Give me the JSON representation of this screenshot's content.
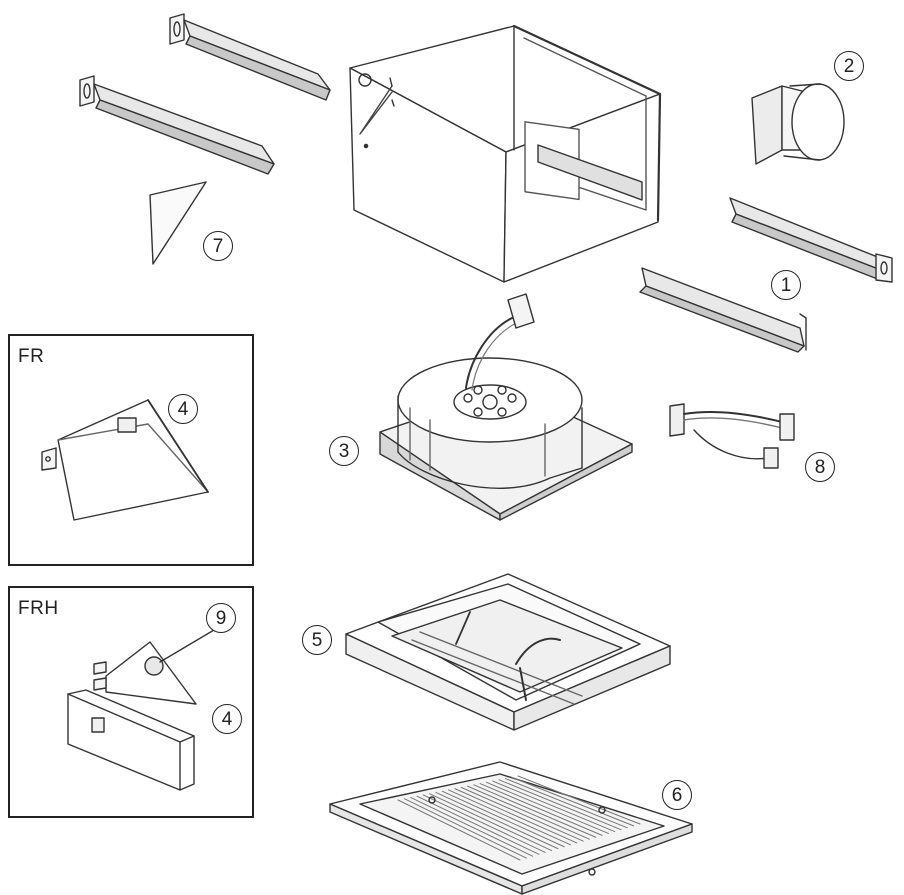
{
  "insets": {
    "fr": {
      "label": "FR"
    },
    "frh": {
      "label": "FRH"
    }
  },
  "callouts": {
    "c1": "1",
    "c2": "2",
    "c3": "3",
    "c4a": "4",
    "c4b": "4",
    "c5": "5",
    "c6": "6",
    "c7": "7",
    "c8": "8",
    "c9": "9"
  }
}
